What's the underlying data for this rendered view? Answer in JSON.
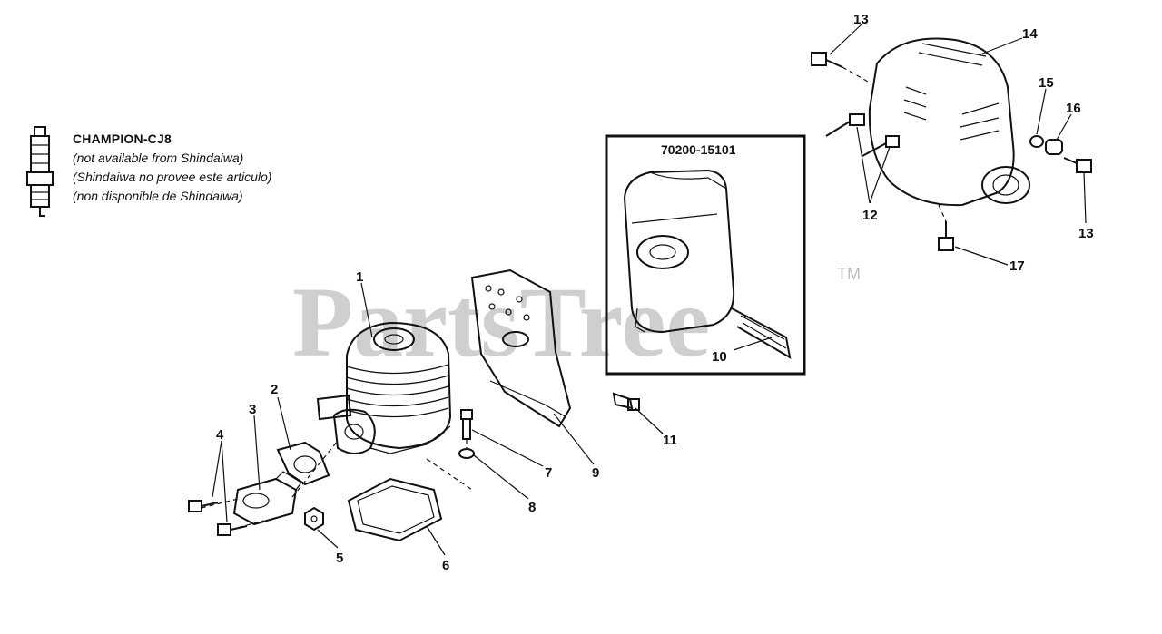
{
  "spark_plug": {
    "model": "CHAMPION-CJ8",
    "note_en": "(not available from Shindaiwa)",
    "note_es": "(Shindaiwa no provee este articulo)",
    "note_fr": "(non disponible de Shindaiwa)"
  },
  "kit": {
    "part_number": "70200-15101"
  },
  "watermark": {
    "text": "PartsTree",
    "trademark": "TM"
  },
  "callouts": [
    {
      "id": "c1",
      "label": "1"
    },
    {
      "id": "c2",
      "label": "2"
    },
    {
      "id": "c3",
      "label": "3"
    },
    {
      "id": "c4",
      "label": "4"
    },
    {
      "id": "c5",
      "label": "5"
    },
    {
      "id": "c6",
      "label": "6"
    },
    {
      "id": "c7",
      "label": "7"
    },
    {
      "id": "c8",
      "label": "8"
    },
    {
      "id": "c9",
      "label": "9"
    },
    {
      "id": "c10",
      "label": "10"
    },
    {
      "id": "c11",
      "label": "11"
    },
    {
      "id": "c12",
      "label": "12"
    },
    {
      "id": "c13a",
      "label": "13"
    },
    {
      "id": "c13b",
      "label": "13"
    },
    {
      "id": "c14",
      "label": "14"
    },
    {
      "id": "c15",
      "label": "15"
    },
    {
      "id": "c16",
      "label": "16"
    },
    {
      "id": "c17",
      "label": "17"
    }
  ]
}
